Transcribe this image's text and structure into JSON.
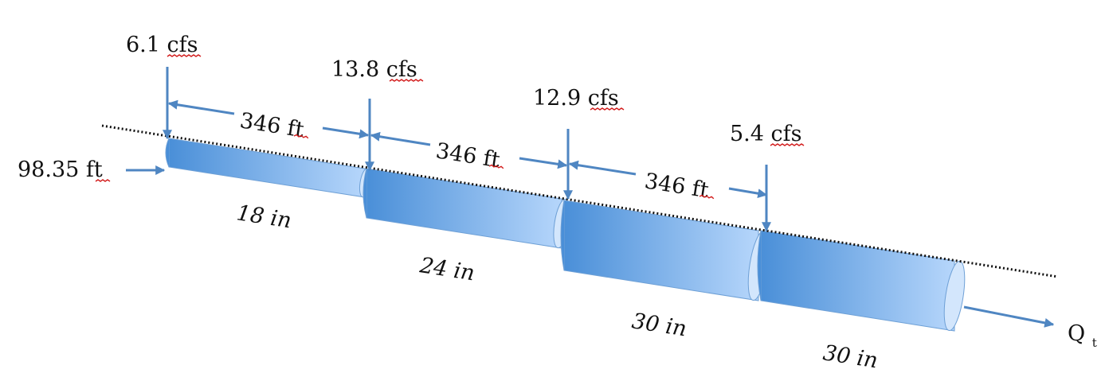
{
  "diagram": {
    "inflows": [
      "6.1 cfs",
      "13.8 cfs",
      "12.9 cfs",
      "5.4 cfs"
    ],
    "lengths": [
      "346 ft",
      "346 ft",
      "346 ft"
    ],
    "pipe_sizes": [
      "18 in",
      "24 in",
      "30 in",
      "30 in"
    ],
    "start_elevation": "98.35 ft",
    "outflow": {
      "main": "Q",
      "sub": "t"
    },
    "colors": {
      "pipe_dark": "#4a8fd8",
      "pipe_light": "#b6d6fb",
      "arrow": "#4f86c2",
      "grade_line": "#111111",
      "spell_underline": "#d21a1a"
    }
  }
}
